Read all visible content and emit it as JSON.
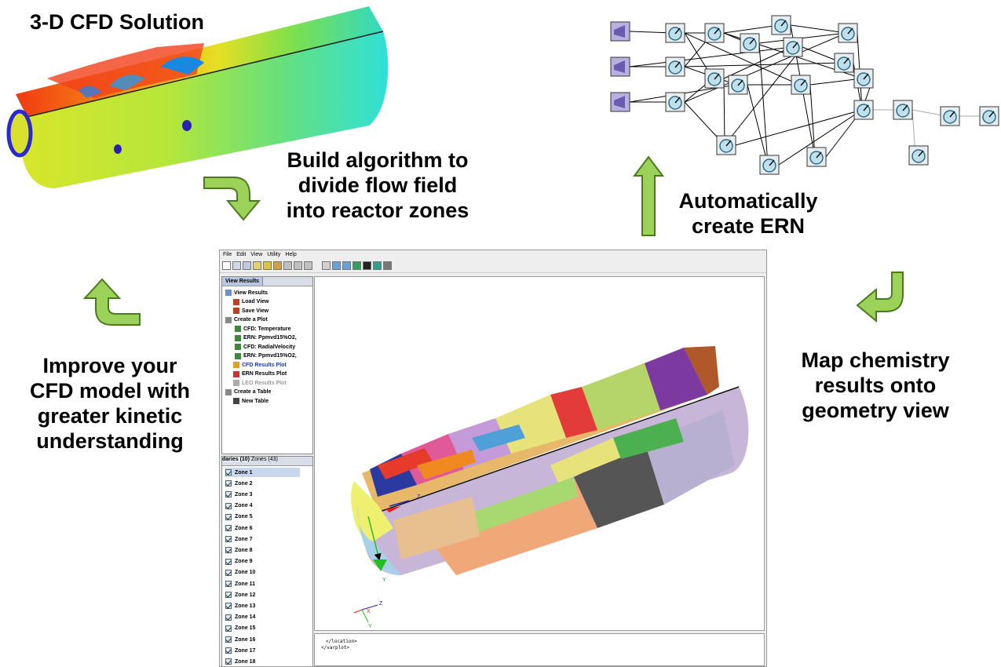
{
  "labels": {
    "cfd_solution": "3-D CFD Solution",
    "build_algorithm": [
      "Build algorithm to",
      "divide flow field",
      "into reactor zones"
    ],
    "auto_ern": [
      "Automatically",
      "create ERN"
    ],
    "map_chemistry": [
      "Map chemistry",
      "results onto",
      "geometry view"
    ],
    "improve_cfd": [
      "Improve your",
      "CFD model with",
      "greater kinetic",
      "understanding"
    ]
  },
  "colors": {
    "arrow_fill": "#9cd15a",
    "arrow_stroke": "#4b7a1e"
  },
  "app": {
    "menu": [
      "File",
      "Edit",
      "View",
      "Utility",
      "Help"
    ],
    "left_top_tab": "View Results",
    "tree": [
      {
        "label": "View Results",
        "icon": "view-results-icon"
      },
      {
        "label": "Load View",
        "icon": "load-view-icon"
      },
      {
        "label": "Save View",
        "icon": "save-view-icon"
      },
      {
        "label": "Create a Plot",
        "icon": "folder-icon"
      },
      {
        "label": "CFD: Temperature",
        "icon": "check-icon"
      },
      {
        "label": "ERN: Ppmvd15%O2,",
        "icon": "check-icon"
      },
      {
        "label": "CFD: RadialVelocity",
        "icon": "check-icon"
      },
      {
        "label": "ERN: Ppmvd15%O2,",
        "icon": "check-icon"
      },
      {
        "label": "CFD Results Plot",
        "icon": "cfd-plot-icon"
      },
      {
        "label": "ERN Results Plot",
        "icon": "ern-plot-icon"
      },
      {
        "label": "LEO Results Plot",
        "icon": "leo-plot-icon"
      },
      {
        "label": "Create a Table",
        "icon": "folder-icon"
      },
      {
        "label": "New Table",
        "icon": "table-icon"
      }
    ],
    "left_bottom_tabs": [
      "daries (10)",
      "Zones (43)"
    ],
    "zones": [
      "Zone 1",
      "Zone 2",
      "Zone 3",
      "Zone 4",
      "Zone 5",
      "Zone 6",
      "Zone 7",
      "Zone 8",
      "Zone 9",
      "Zone 10",
      "Zone 11",
      "Zone 12",
      "Zone 13",
      "Zone 14",
      "Zone 15",
      "Zone 16",
      "Zone 17",
      "Zone 18"
    ],
    "axis_labels": {
      "y": "Y",
      "z": "Z",
      "x": "X"
    },
    "console": [
      "</location>",
      "</varplot>"
    ]
  }
}
